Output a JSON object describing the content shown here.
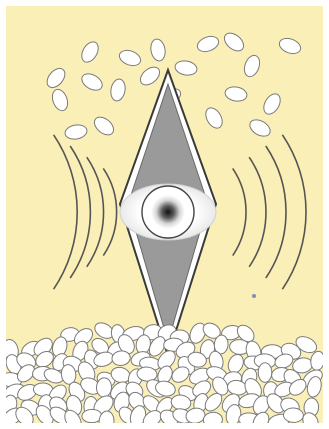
{
  "figure": {
    "background_color": "#fbefb8",
    "border_color": "#ffffff",
    "particle_fill": "#ffffff",
    "particle_stroke": "#7a7a7a",
    "diamond_outer_color": "#ffffff",
    "diamond_stroke_color": "#3a3a3a",
    "diamond_inner_fill": "#9a9a9a",
    "core_fill": "#ffffff",
    "core_center_color": "#1a1a1a",
    "wave_color": "#555555",
    "dot_color": "#7f8fb2",
    "scattered_particle_count": 20,
    "settled_particle_count": 150,
    "wave_arcs_per_side": 4,
    "text": []
  }
}
